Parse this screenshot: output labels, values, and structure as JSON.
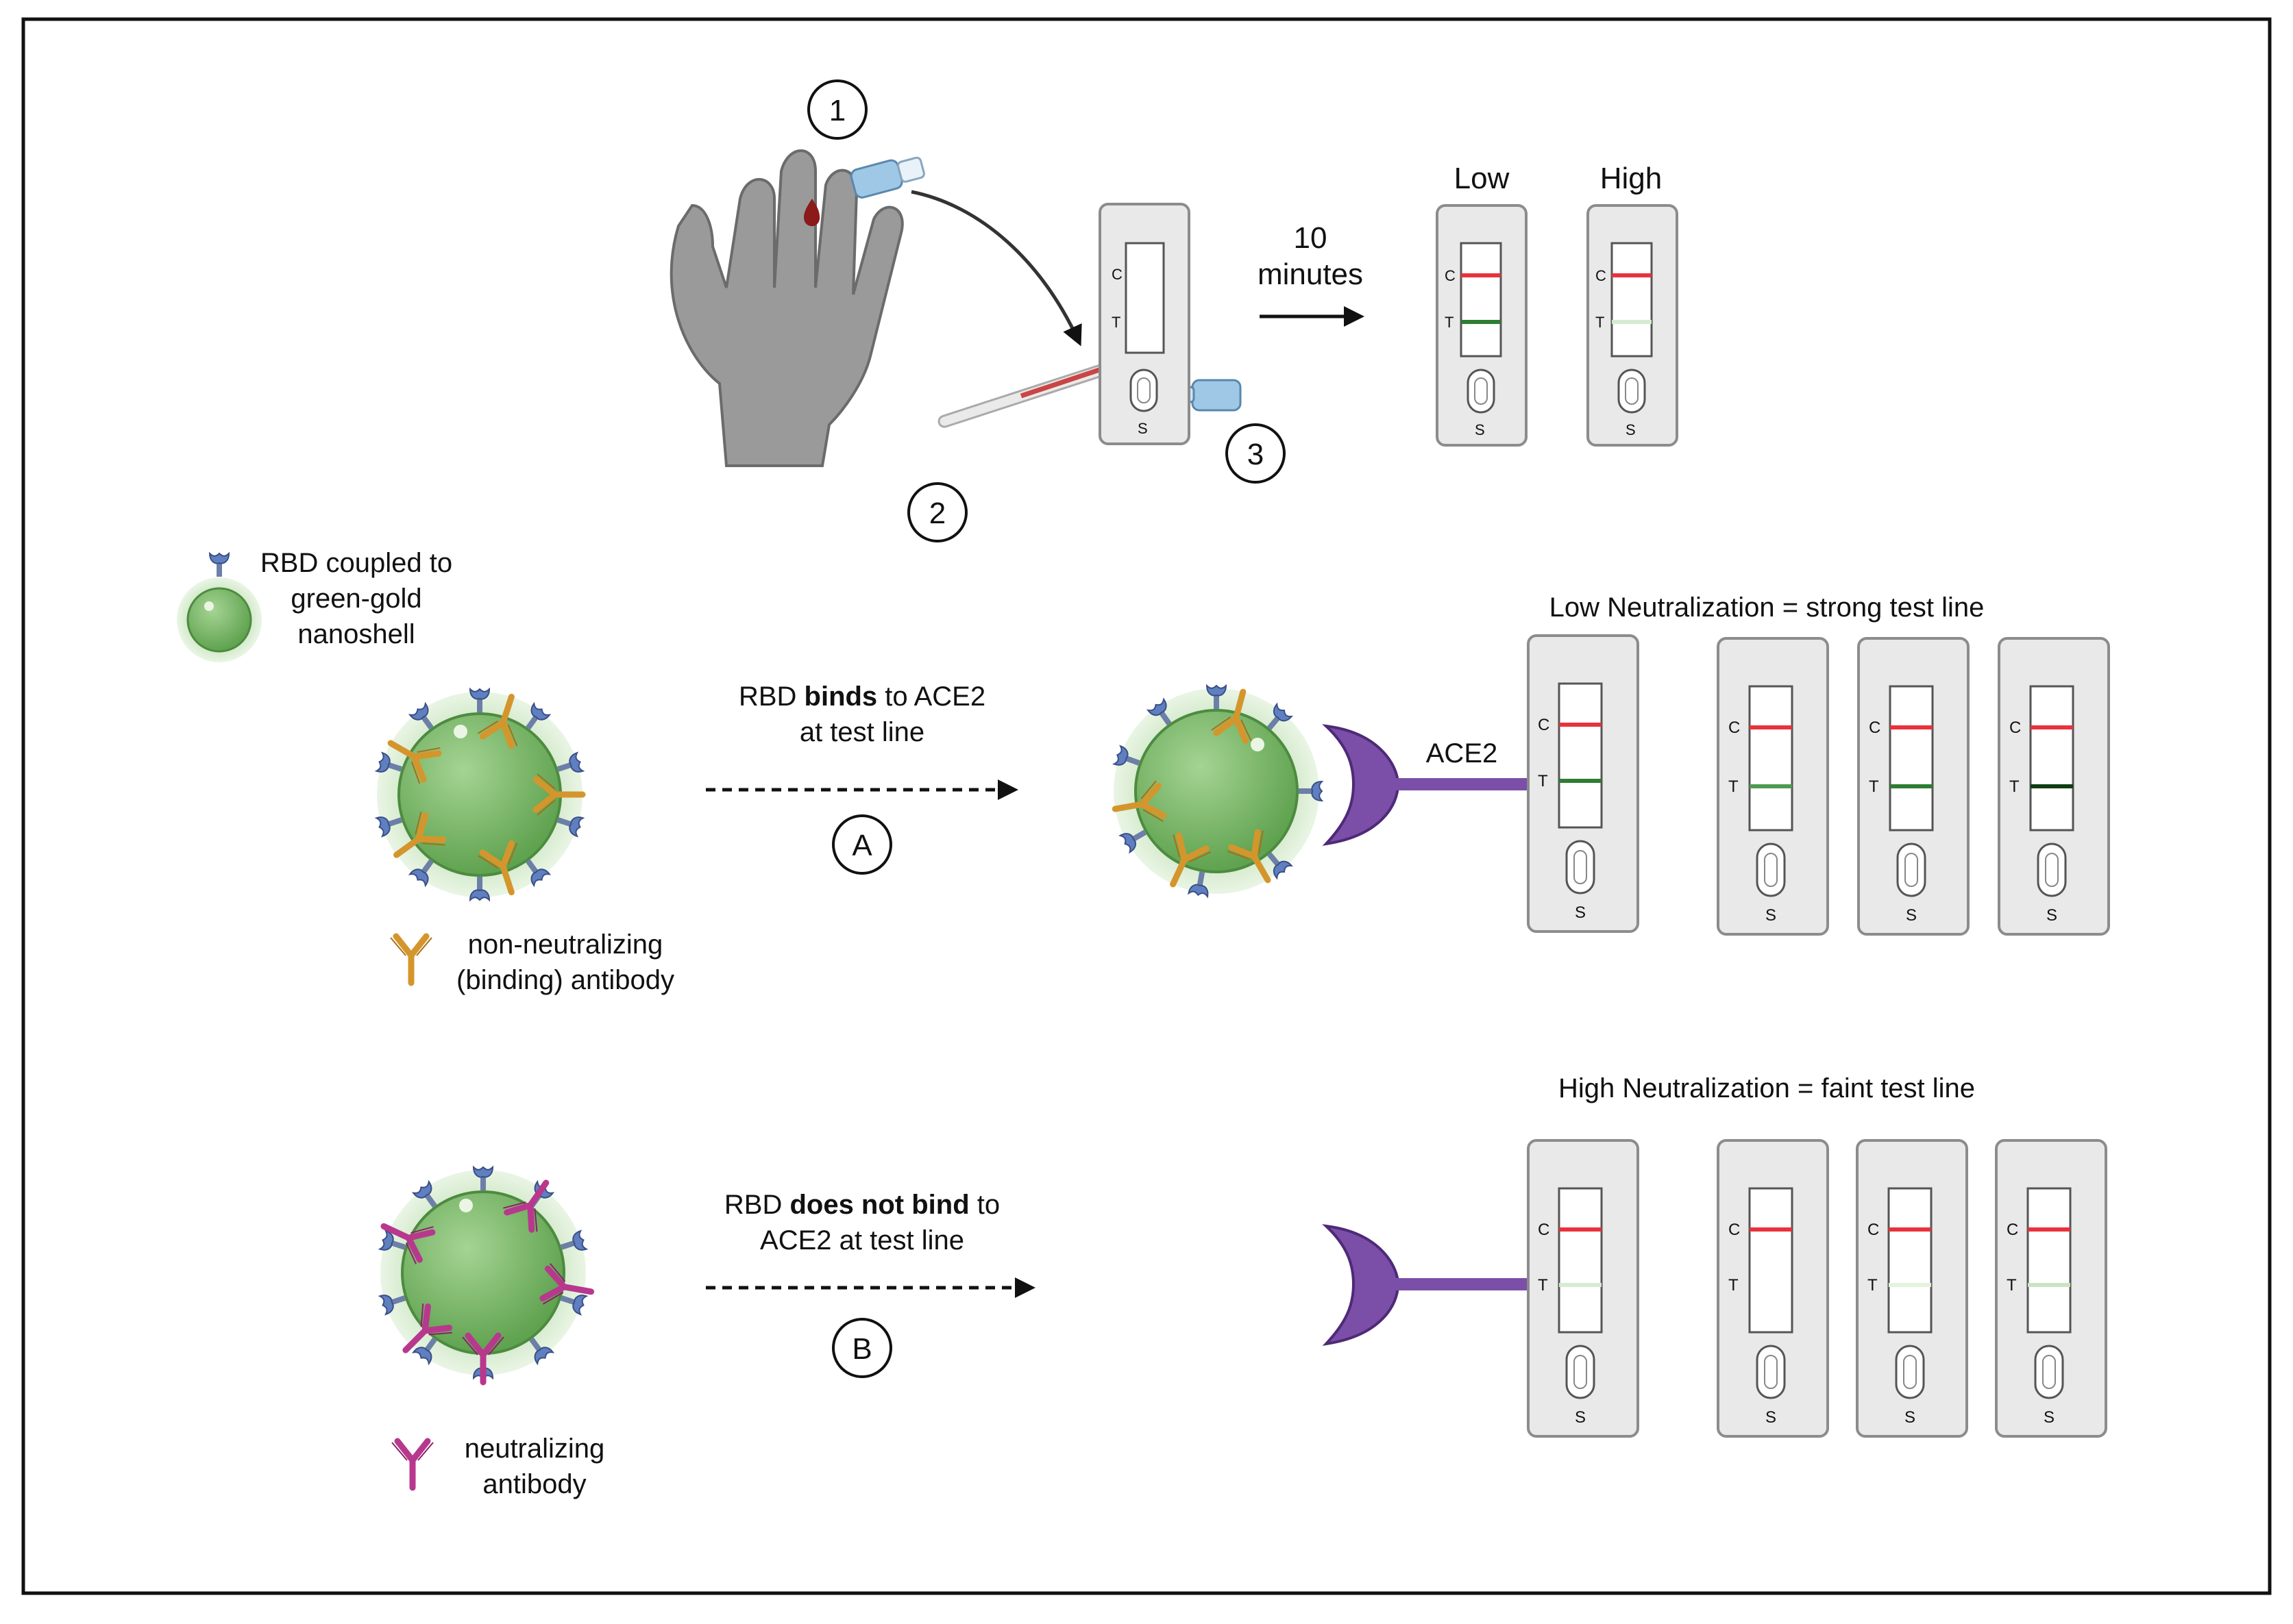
{
  "steps": {
    "one": "1",
    "two": "2",
    "three": "3"
  },
  "timing": {
    "line1": "10",
    "line2": "minutes"
  },
  "result_labels": {
    "low": "Low",
    "high": "High"
  },
  "cassette": {
    "c": "C",
    "t": "T",
    "s": "S"
  },
  "legend": {
    "rbd_line1": "RBD coupled to",
    "rbd_line2": "green-gold",
    "rbd_line3": "nanoshell",
    "nonneut_line1": "non-neutralizing",
    "nonneut_line2": "(binding) antibody",
    "neut_line1": "neutralizing",
    "neut_line2": "antibody"
  },
  "pathway_a": {
    "line1_pre": "RBD ",
    "line1_bold": "binds",
    "line1_post": " to ACE2",
    "line2": "at test line",
    "marker": "A",
    "receptor": "ACE2",
    "title": "Low Neutralization = strong test line"
  },
  "pathway_b": {
    "line1_pre": "RBD ",
    "line1_bold": "does not bind",
    "line1_post": " to",
    "line2": "ACE2 at test line",
    "marker": "B",
    "title": "High Neutralization = faint test line"
  },
  "colors": {
    "control_line": "#e8323c",
    "test_strong": "#2e7d32",
    "test_dark": "#0f3d14",
    "test_faint": "#d6ecd2",
    "nanoshell": "#79b86a",
    "ace2": "#7b4fa8",
    "binding_ab": "#d4962c",
    "neutralizing_ab": "#b8388e",
    "rbd": "#5f7fc0"
  }
}
